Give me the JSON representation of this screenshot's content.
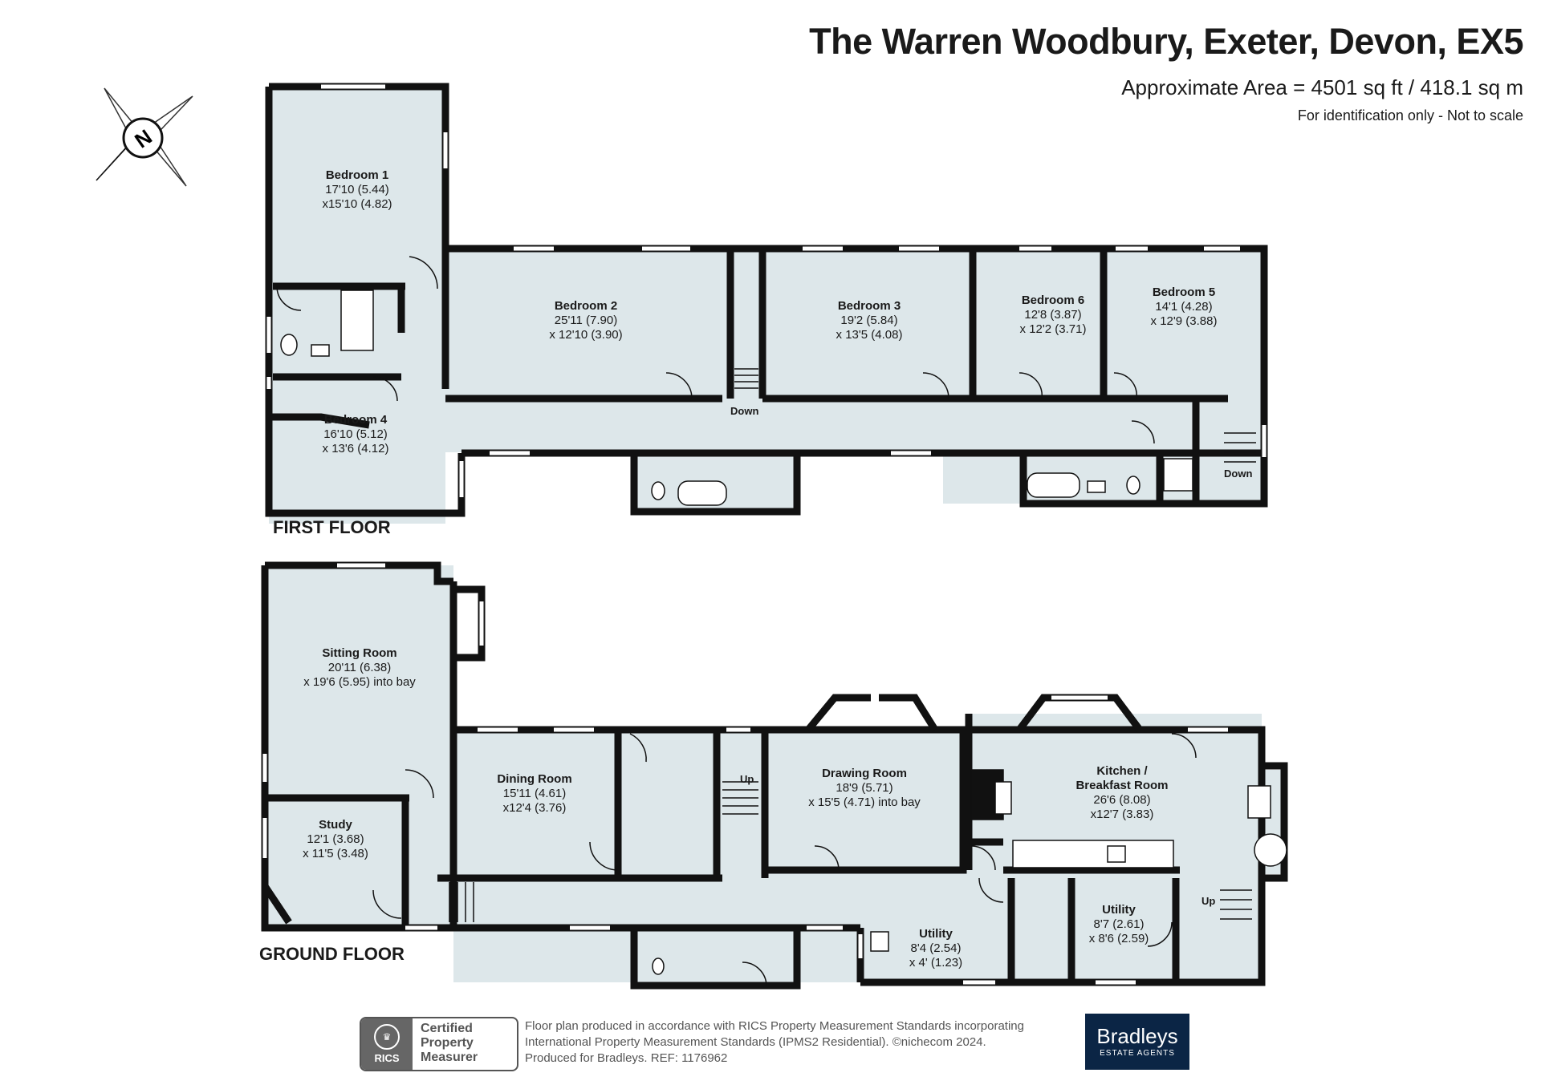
{
  "header": {
    "title": "The Warren Woodbury, Exeter, Devon, EX5",
    "area": "Approximate Area = 4501 sq ft / 418.1 sq m",
    "note": "For identification only - Not to scale"
  },
  "compass": {
    "icon": "north-compass-icon",
    "letter": "N"
  },
  "floors": {
    "first": {
      "label": "FIRST FLOOR",
      "rooms": [
        {
          "name": "Bedroom 1",
          "dim1": "17'10 (5.44)",
          "dim2": "x15'10 (4.82)"
        },
        {
          "name": "Bedroom 2",
          "dim1": "25'11 (7.90)",
          "dim2": "x 12'10 (3.90)"
        },
        {
          "name": "Bedroom 3",
          "dim1": "19'2 (5.84)",
          "dim2": "x 13'5 (4.08)"
        },
        {
          "name": "Bedroom 6",
          "dim1": "12'8 (3.87)",
          "dim2": "x 12'2 (3.71)"
        },
        {
          "name": "Bedroom 5",
          "dim1": "14'1 (4.28)",
          "dim2": "x 12'9 (3.88)"
        },
        {
          "name": "Bedroom 4",
          "dim1": "16'10 (5.12)",
          "dim2": "x 13'6 (4.12)"
        }
      ],
      "stairs": [
        "Down",
        "Down"
      ]
    },
    "ground": {
      "label": "GROUND FLOOR",
      "rooms": [
        {
          "name": "Sitting Room",
          "dim1": "20'11 (6.38)",
          "dim2": "x 19'6 (5.95) into bay"
        },
        {
          "name": "Study",
          "dim1": "12'1 (3.68)",
          "dim2": "x 11'5 (3.48)"
        },
        {
          "name": "Dining Room",
          "dim1": "15'11 (4.61)",
          "dim2": "x12'4 (3.76)"
        },
        {
          "name": "Drawing Room",
          "dim1": "18'9 (5.71)",
          "dim2": "x 15'5 (4.71) into bay"
        },
        {
          "name": "Kitchen /",
          "name2": "Breakfast Room",
          "dim1": "26'6 (8.08)",
          "dim2": "x12'7 (3.83)"
        },
        {
          "name": "Utility",
          "dim1": "8'4 (2.54)",
          "dim2": "x 4' (1.23)"
        },
        {
          "name": "Utility",
          "dim1": "8'7 (2.61)",
          "dim2": "x 8'6 (2.59)"
        }
      ],
      "stairs": [
        "Up",
        "Up"
      ]
    }
  },
  "footer": {
    "rics_word": "RICS",
    "badge_lines": [
      "Certified",
      "Property",
      "Measurer"
    ],
    "text_lines": [
      "Floor plan produced in accordance with RICS Property Measurement Standards incorporating",
      "International Property Measurement Standards (IPMS2 Residential).   ©nichecom 2024.",
      "Produced for Bradleys.    REF:  1176962"
    ],
    "agent_name": "Bradleys",
    "agent_sub": "ESTATE AGENTS"
  },
  "colors": {
    "room_fill": "#dde7ea",
    "wall": "#111111",
    "agent_bg": "#0b2545"
  }
}
